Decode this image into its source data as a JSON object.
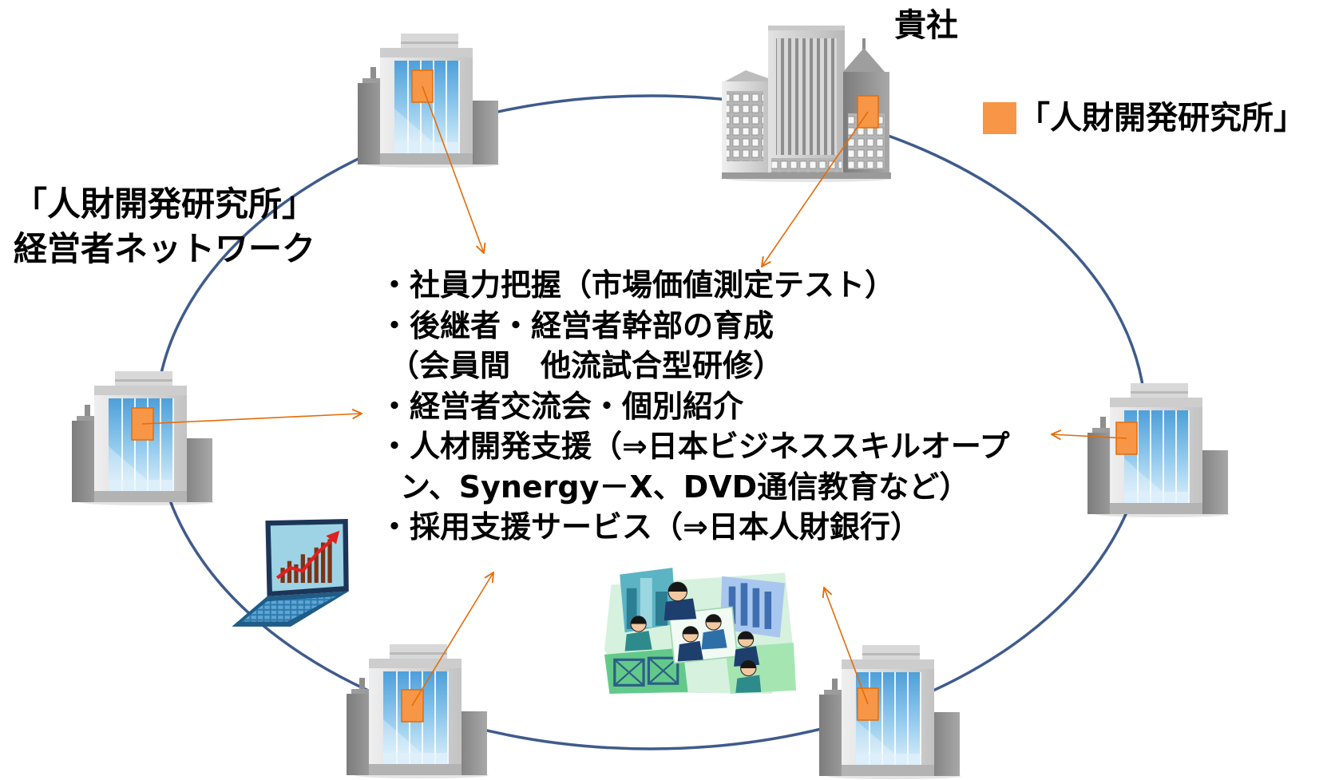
{
  "company_label": "貴社",
  "legend": {
    "label": "「人財開発研究所」"
  },
  "network_label": {
    "line1": "「人財開発研究所」",
    "line2": "経営者ネットワーク"
  },
  "services": [
    "・社員力把握（市場価値測定テスト）",
    "・後継者・経営者幹部の育成",
    "（会員間　他流試合型研修）",
    "・経営者交流会・個別紹介",
    "・人材開発支援（⇒日本ビジネススキルオープ",
    "ン、Synergy－X、DVD通信教育など）",
    "・採用支援サービス（⇒日本人財銀行）"
  ],
  "colors": {
    "ring": "#3F5B8C",
    "arrow": "#E46C0A",
    "marker": "#F79646",
    "marker_border": "#E46C0A",
    "text": "#000000"
  },
  "icons": [
    "office-building-icon",
    "headquarters-building-icon",
    "institute-marker-icon",
    "laptop-chart-icon",
    "business-people-collage-icon"
  ]
}
